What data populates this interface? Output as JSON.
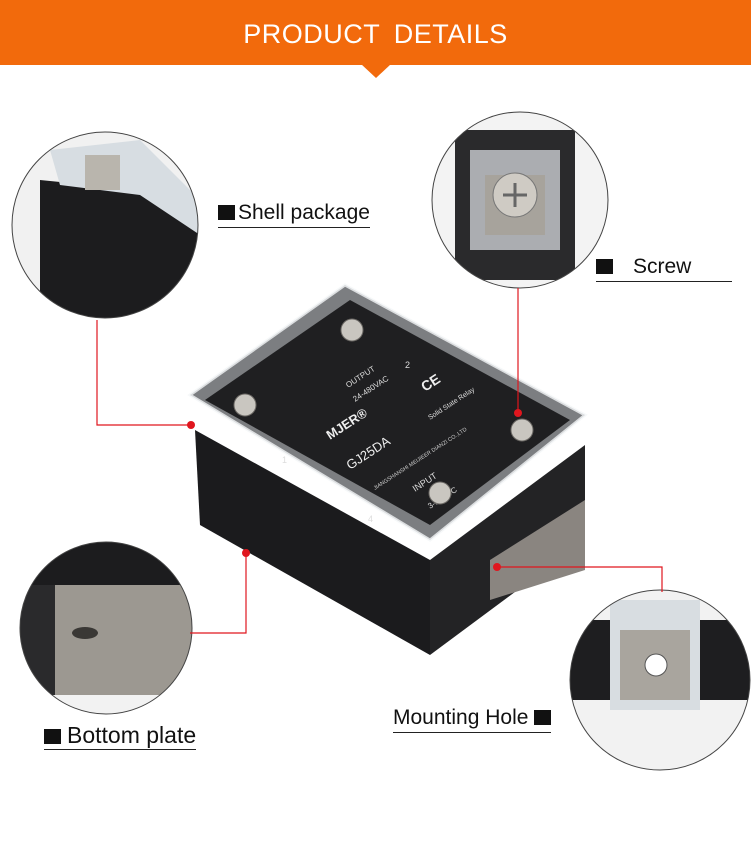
{
  "header": {
    "title": "PRODUCT  DETAILS",
    "color": "#f26a0c"
  },
  "callouts": {
    "shell": "Shell package",
    "screw": "Screw",
    "bottom": "Bottom plate",
    "hole": "Mounting Hole"
  },
  "relay": {
    "brand": "MJER®",
    "model": "GJ25DA",
    "output": "OUTPUT",
    "output_v": "24-480VAC",
    "input": "INPUT",
    "input_v": "3-32VDC",
    "type": "Solid State Relay",
    "ce": "CE",
    "t1": "1",
    "t2": "2",
    "t4": "4",
    "maker": "JIANGSHANSHI MEIJIEER DIANZI CO.,LTD"
  },
  "accent_line": "#e0161e"
}
